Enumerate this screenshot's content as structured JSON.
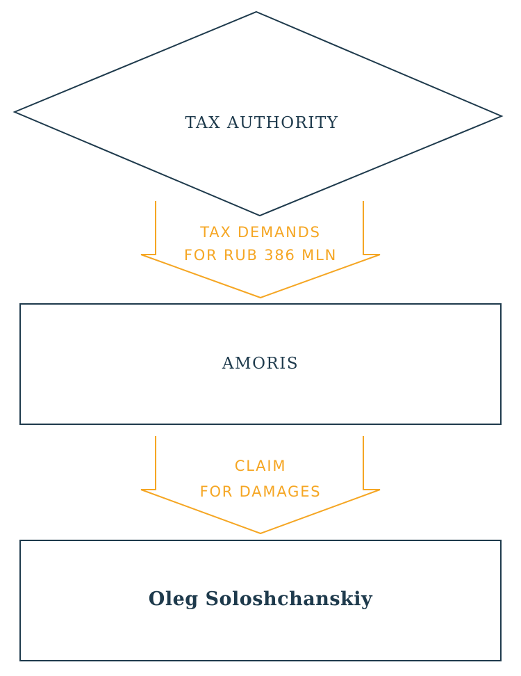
{
  "colors": {
    "node_stroke": "#1e3a4c",
    "node_text": "#1e3a4c",
    "arrow_stroke": "#f5a623",
    "arrow_text": "#f5a623",
    "background": "#ffffff"
  },
  "diagram": {
    "nodes": [
      {
        "id": "tax-authority",
        "shape": "diamond",
        "label": "TAX AUTHORITY"
      },
      {
        "id": "amoris",
        "shape": "rectangle",
        "label": "AMORIS"
      },
      {
        "id": "oleg-soloshchanskiy",
        "shape": "rectangle",
        "label": "Oleg Soloshchanskiy"
      }
    ],
    "edges": [
      {
        "from": "tax-authority",
        "to": "amoris",
        "label_lines": [
          "TAX DEMANDS",
          "FOR RUB 386 MLN"
        ]
      },
      {
        "from": "amoris",
        "to": "oleg-soloshchanskiy",
        "label_lines": [
          "CLAIM",
          "FOR DAMAGES"
        ]
      }
    ]
  }
}
